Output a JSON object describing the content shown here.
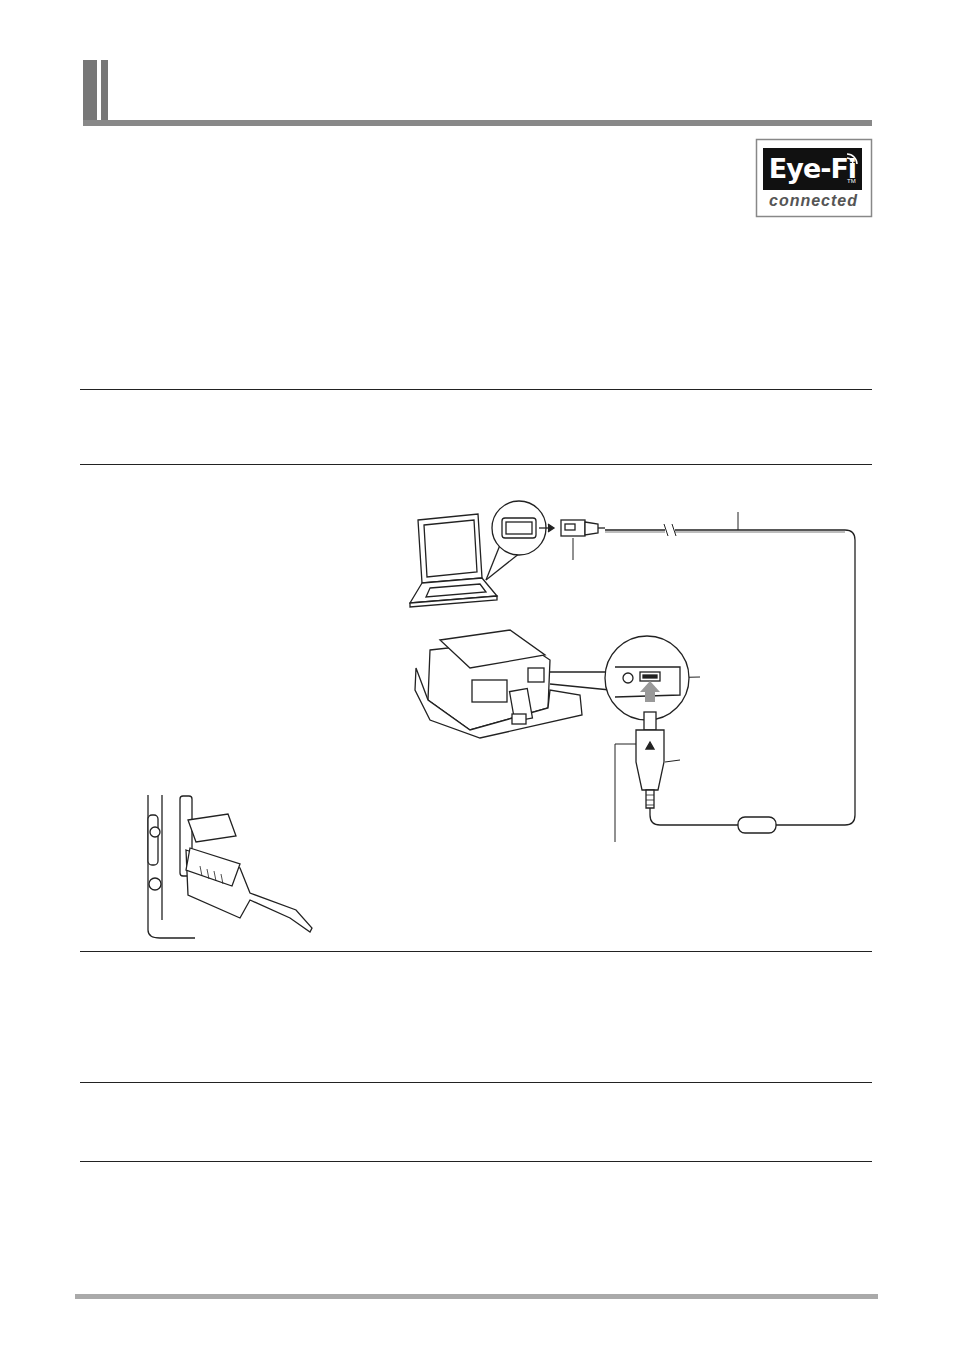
{
  "diagram": {
    "labels": [
      "Eye-Fi",
      "TM",
      "connected"
    ]
  }
}
